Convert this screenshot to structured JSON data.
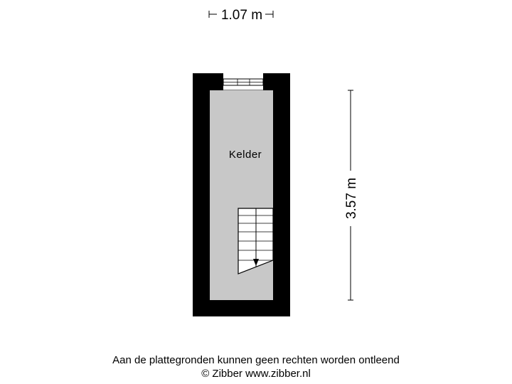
{
  "width_dimension": "1.07 m",
  "depth_dimension": "3.57 m",
  "room_label": "Kelder",
  "footer": {
    "disclaimer": "Aan de plattegronden kunnen geen rechten worden ontleend",
    "copyright": "© Zibber www.zibber.nl"
  },
  "colors": {
    "wall": "#000000",
    "floor": "#c8c8c8",
    "background": "#ffffff"
  }
}
